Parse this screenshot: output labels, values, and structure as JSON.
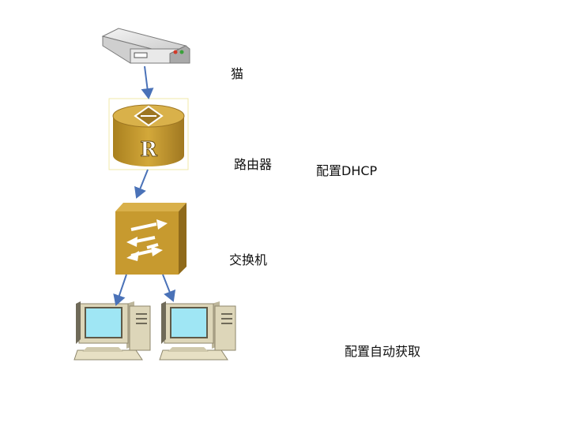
{
  "nodes": {
    "modem": {
      "label": "猫",
      "icon": "modem-icon"
    },
    "router": {
      "label": "路由器",
      "icon": "router-icon",
      "badge": "R",
      "config": "配置DHCP"
    },
    "switch": {
      "label": "交换机",
      "icon": "switch-icon"
    },
    "pcs": {
      "icon": "desktop-computer-icon",
      "config": "配置自动获取"
    }
  },
  "colors": {
    "arrow": "#4a72b8",
    "gold": "#c79a2f",
    "gold_dark": "#8f6a1a",
    "screen": "#9fe6f4",
    "beige": "#ddd6b9"
  }
}
